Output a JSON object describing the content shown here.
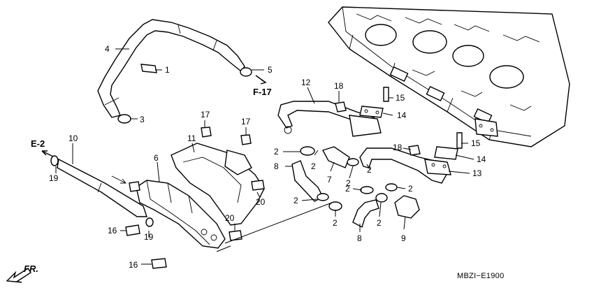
{
  "diagram": {
    "callouts": {
      "c1": "1",
      "c2a": "2",
      "c2b": "2",
      "c2c": "2",
      "c2d": "2",
      "c2e": "2",
      "c2f": "2",
      "c2g": "2",
      "c2h": "2",
      "c2i": "2",
      "c3": "3",
      "c4": "4",
      "c5": "5",
      "c6": "6",
      "c7": "7",
      "c8a": "8",
      "c8b": "8",
      "c9": "9",
      "c10": "10",
      "c11": "11",
      "c12": "12",
      "c13": "13",
      "c14a": "14",
      "c14b": "14",
      "c15a": "15",
      "c15b": "15",
      "c16a": "16",
      "c16b": "16",
      "c17a": "17",
      "c17b": "17",
      "c18a": "18",
      "c18b": "18",
      "c19a": "19",
      "c19b": "19",
      "c20a": "20",
      "c20b": "20"
    },
    "refs": {
      "f17": "F-17",
      "e2": "E-2",
      "fr": "FR."
    },
    "code": "MBZI−E1900"
  }
}
